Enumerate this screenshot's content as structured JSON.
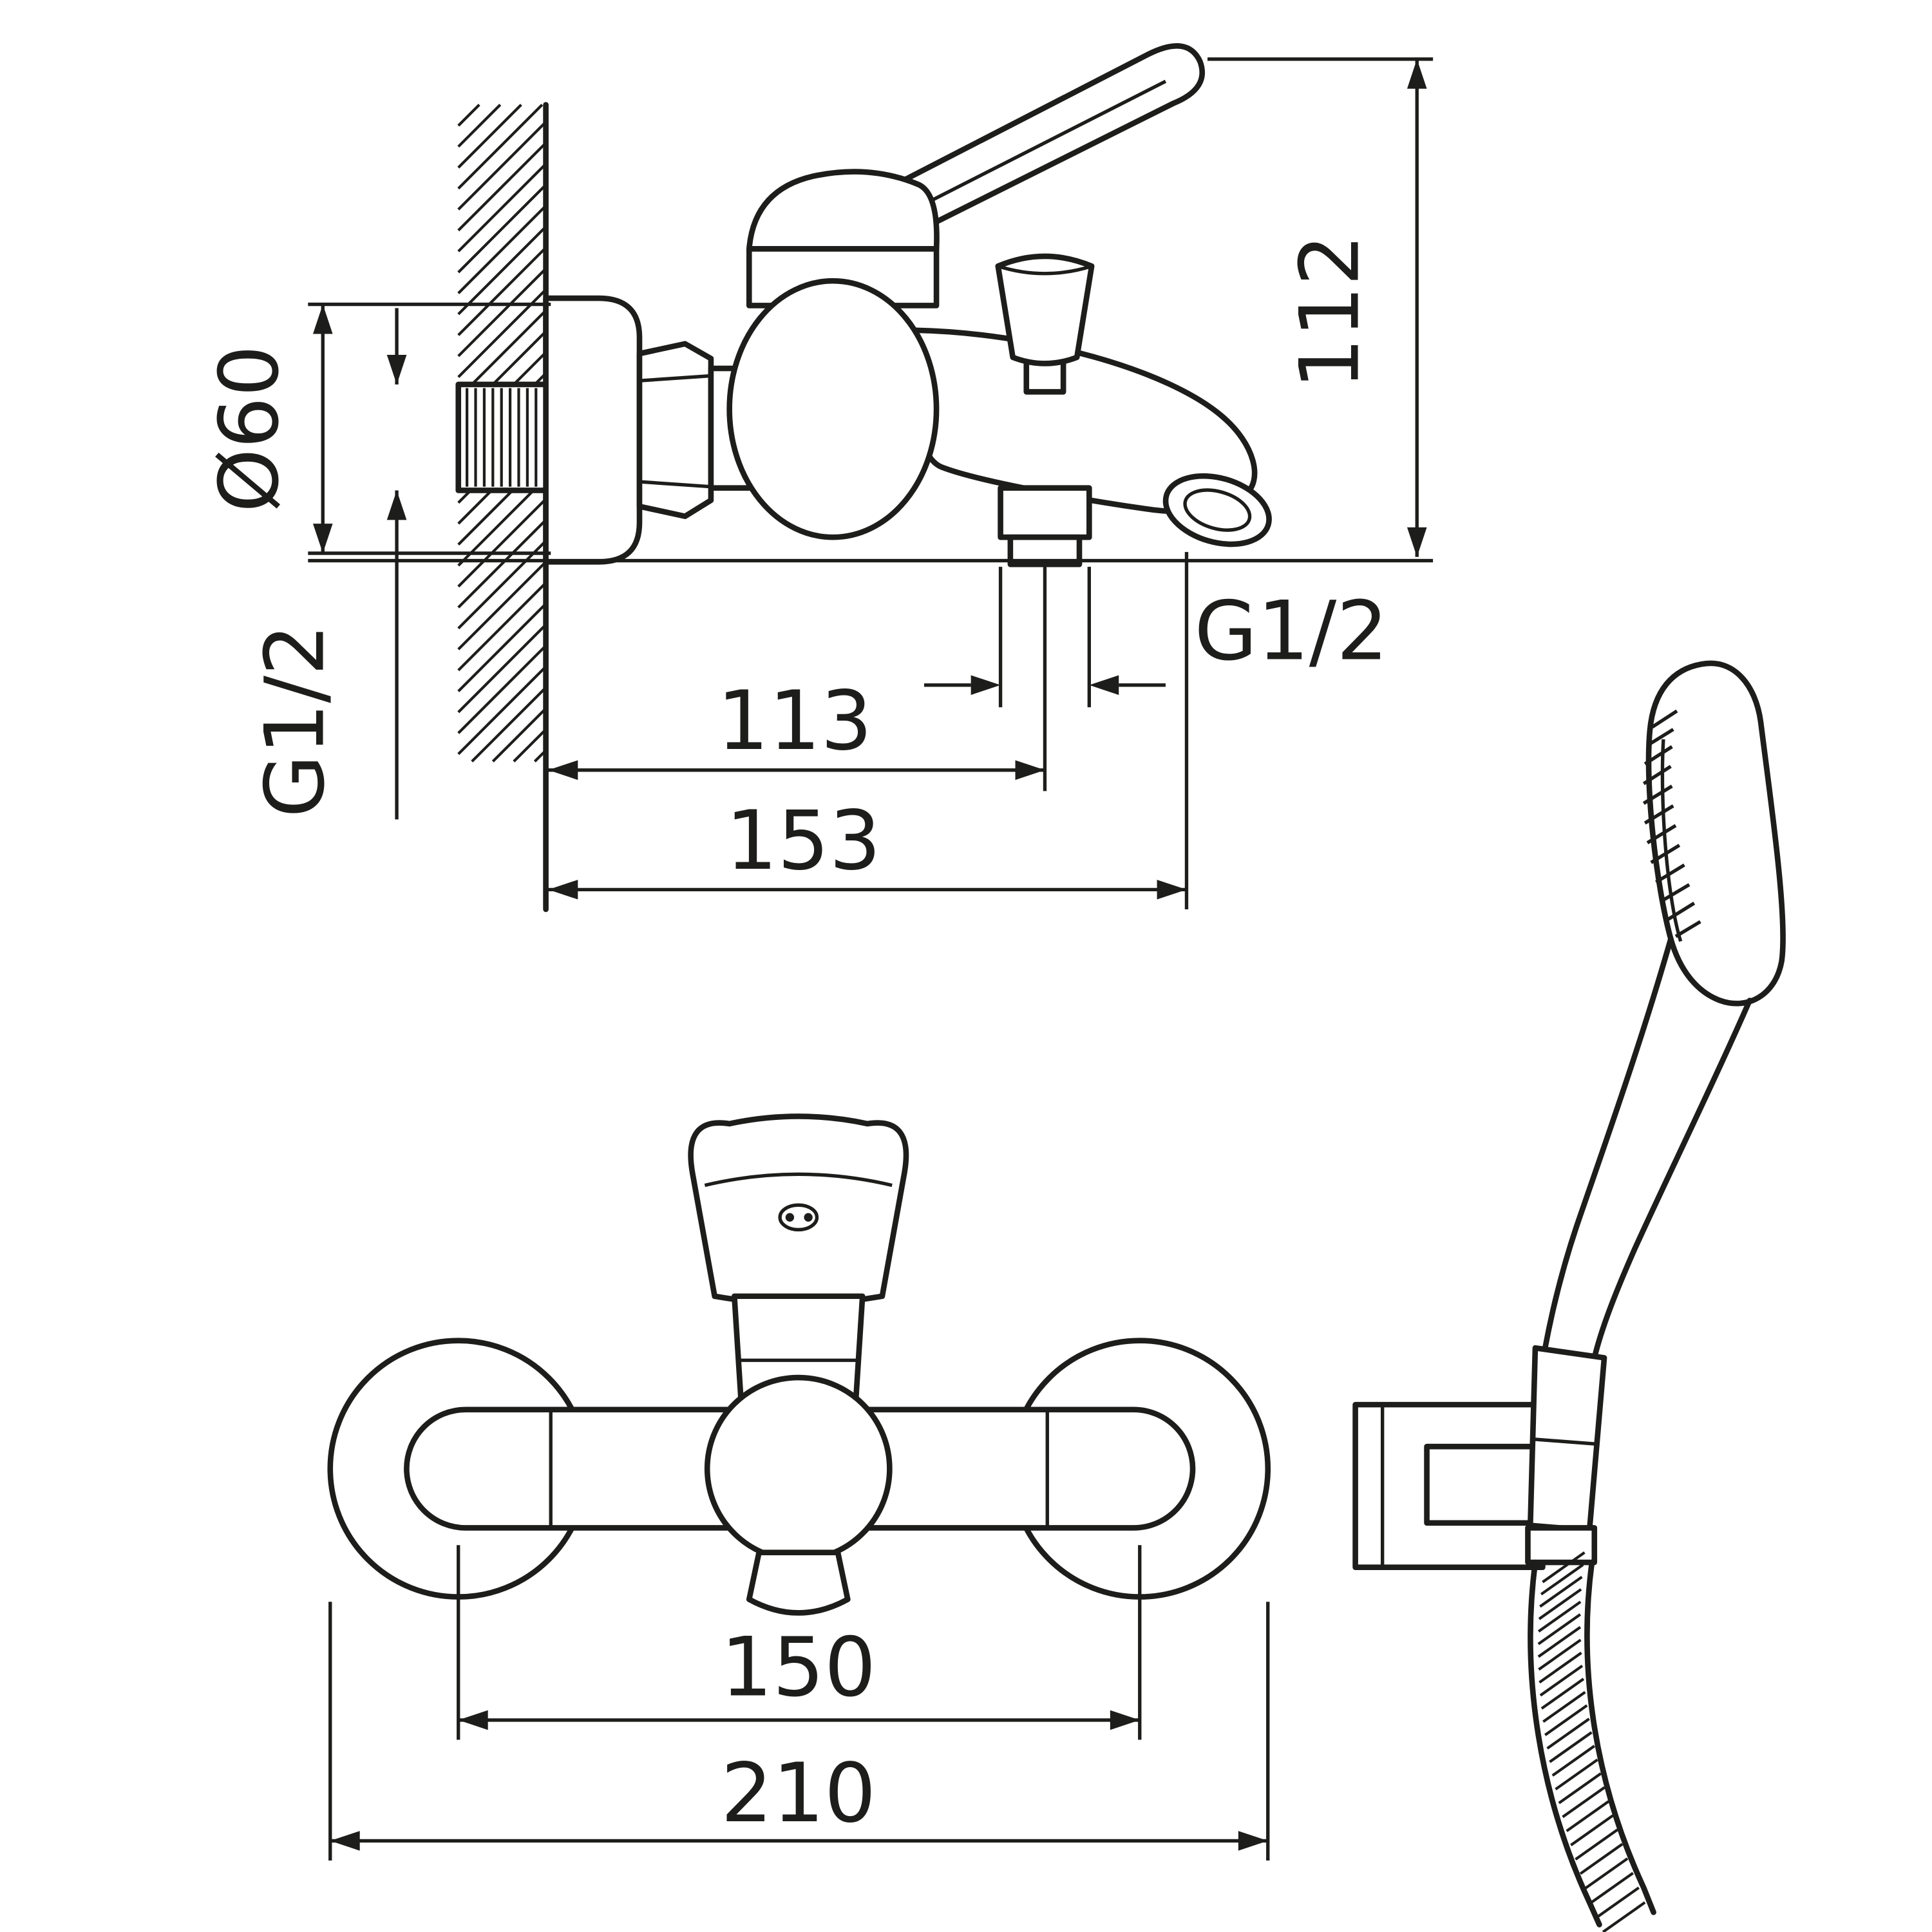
{
  "meta": {
    "description": "Technical dimension drawing of a wall-mounted bath mixer tap (side view and front view) with hand shower, wall holder and hose"
  },
  "colors": {
    "line": "#1d1d1b",
    "background": "#ffffff"
  },
  "labels": {
    "escutcheon_diameter": "Ø60",
    "inlet_thread": "G1/2",
    "outlet_thread": "G1/2",
    "total_height": "112",
    "wall_to_diverter": "113",
    "wall_to_spout": "153",
    "inlet_spacing": "150",
    "overall_width": "210"
  }
}
